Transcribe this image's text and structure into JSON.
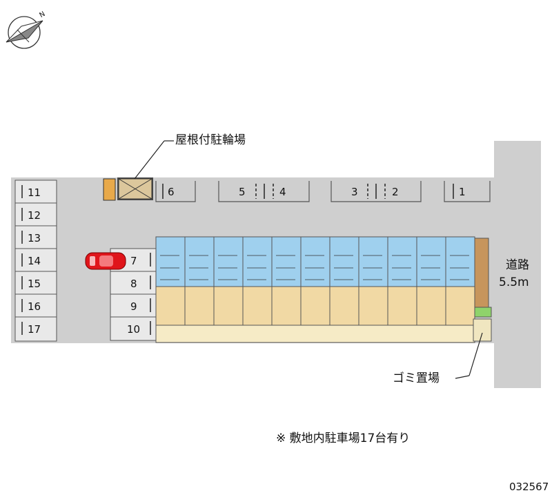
{
  "labels": {
    "bicycle_parking": "屋根付駐輪場",
    "road_name": "道路",
    "road_width": "5.5m",
    "garbage": "ゴミ置場",
    "footnote": "※ 敷地内駐車場17台有り",
    "property_id": "032567",
    "compass_north": "N"
  },
  "spaces_top": [
    "6",
    "5",
    "4",
    "3",
    "2",
    "1"
  ],
  "spaces_left": [
    "11",
    "12",
    "13",
    "14",
    "15",
    "16",
    "17"
  ],
  "spaces_middle": [
    "7",
    "8",
    "9",
    "10"
  ],
  "highlighted_space": "7",
  "colors": {
    "lot": "#cfcfcf",
    "road": "#cfcfcf",
    "building_balcony": "#9fd0ee",
    "building_room": "#f1d9a4",
    "building_base": "#f6ebc6",
    "car": "#e0151b",
    "bike_roof": "#4a4a4a",
    "garbage_area": "#f0e6c0",
    "lines": "#222222"
  }
}
